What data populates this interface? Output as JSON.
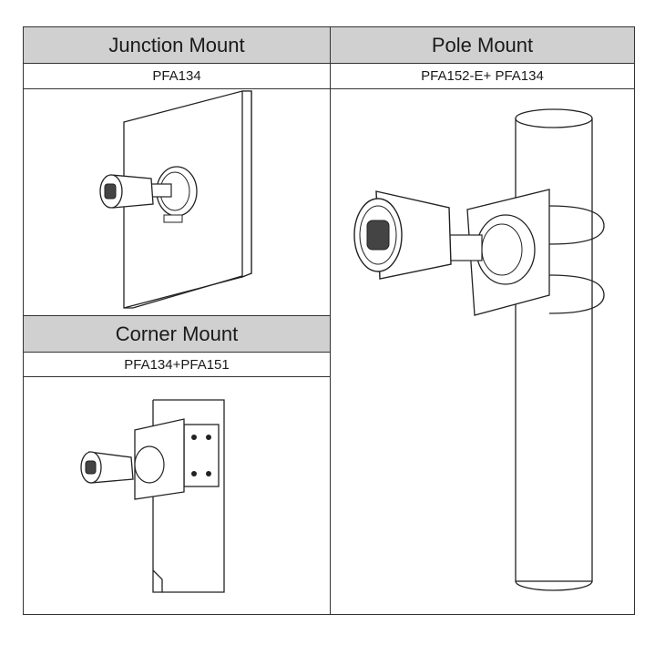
{
  "junction": {
    "title": "Junction Mount",
    "model": "PFA134"
  },
  "pole": {
    "title": "Pole Mount",
    "model": "PFA152-E+ PFA134"
  },
  "corner": {
    "title": "Corner Mount",
    "model": "PFA134+PFA151"
  },
  "colors": {
    "header_bg": "#d0d0d0",
    "border": "#333333"
  }
}
